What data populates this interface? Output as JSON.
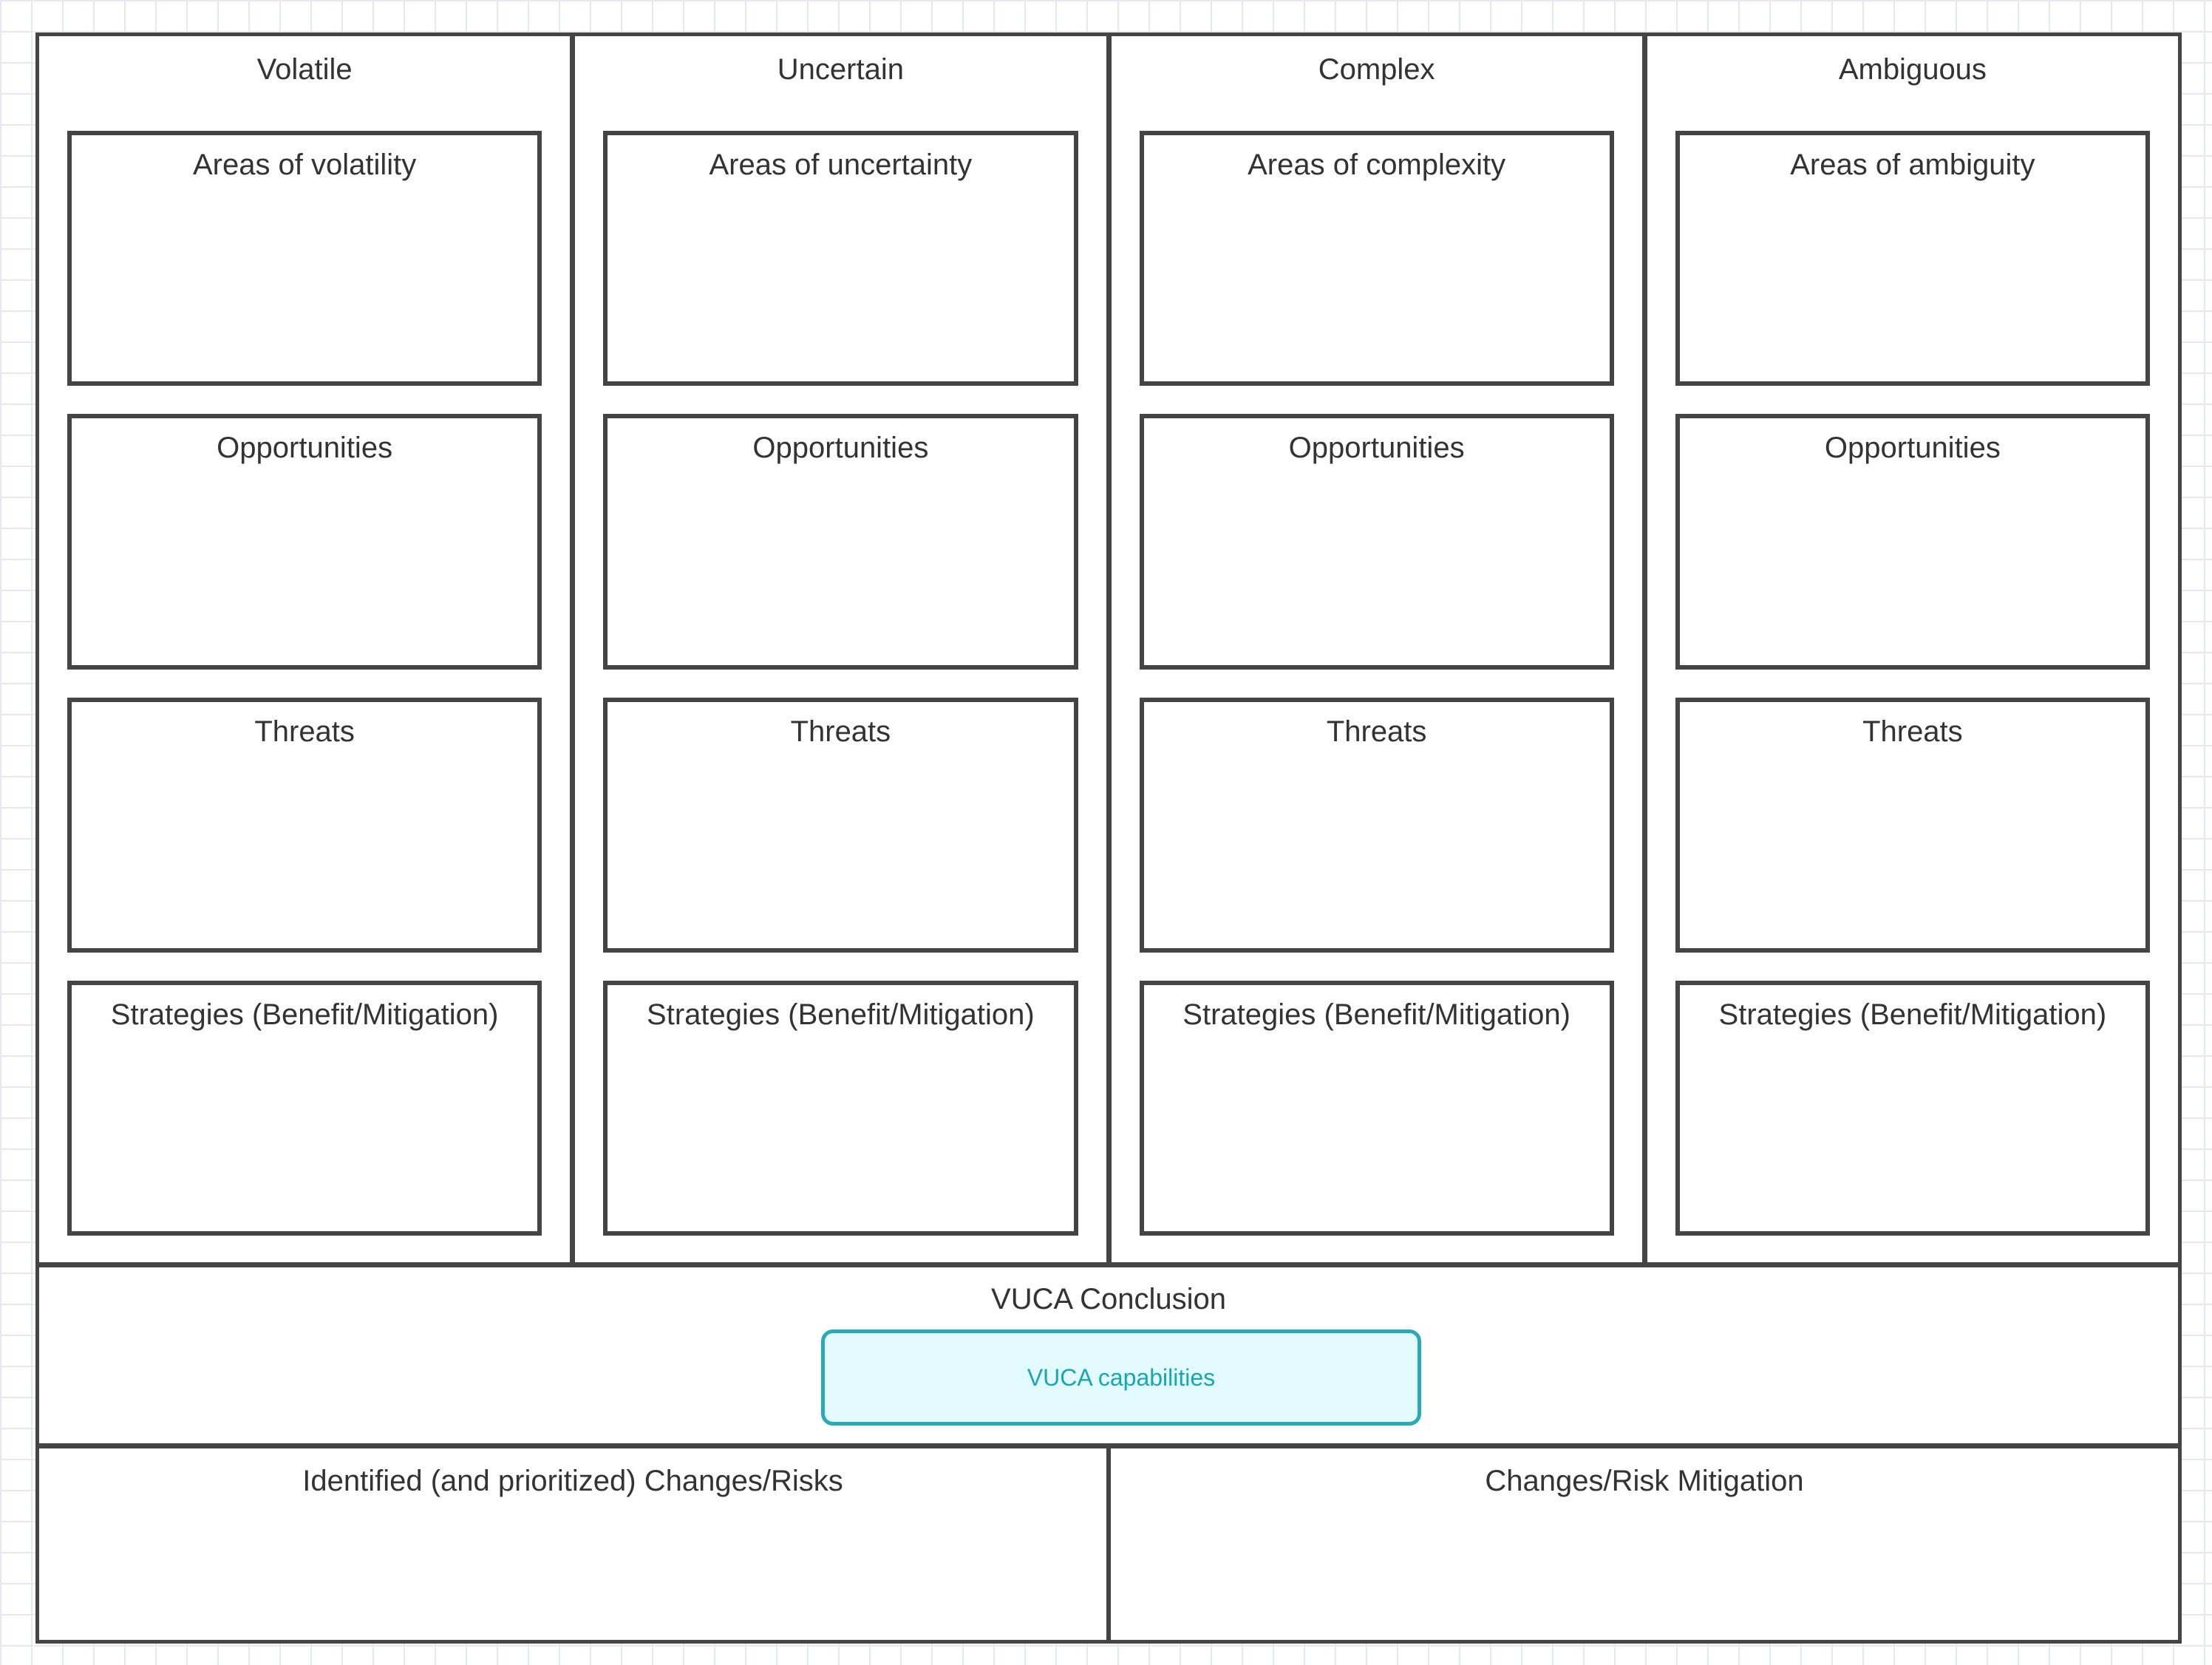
{
  "columns": [
    {
      "title": "Volatile",
      "boxes": [
        "Areas of volatility",
        "Opportunities",
        "Threats",
        "Strategies (Benefit/Mitigation)"
      ]
    },
    {
      "title": "Uncertain",
      "boxes": [
        "Areas of uncertainty",
        "Opportunities",
        "Threats",
        "Strategies (Benefit/Mitigation)"
      ]
    },
    {
      "title": "Complex",
      "boxes": [
        "Areas of complexity",
        "Opportunities",
        "Threats",
        "Strategies (Benefit/Mitigation)"
      ]
    },
    {
      "title": "Ambiguous",
      "boxes": [
        "Areas of ambiguity",
        "Opportunities",
        "Threats",
        "Strategies (Benefit/Mitigation)"
      ]
    }
  ],
  "conclusion": {
    "title": "VUCA Conclusion",
    "capability_label": "VUCA capabilities"
  },
  "bottom": {
    "left_title": "Identified (and prioritized) Changes/Risks",
    "right_title": "Changes/Risk Mitigation"
  },
  "colors": {
    "border": "#444444",
    "capability_fill": "#e2fafc",
    "capability_border": "#2aaab4",
    "capability_text": "#17a7b2"
  }
}
